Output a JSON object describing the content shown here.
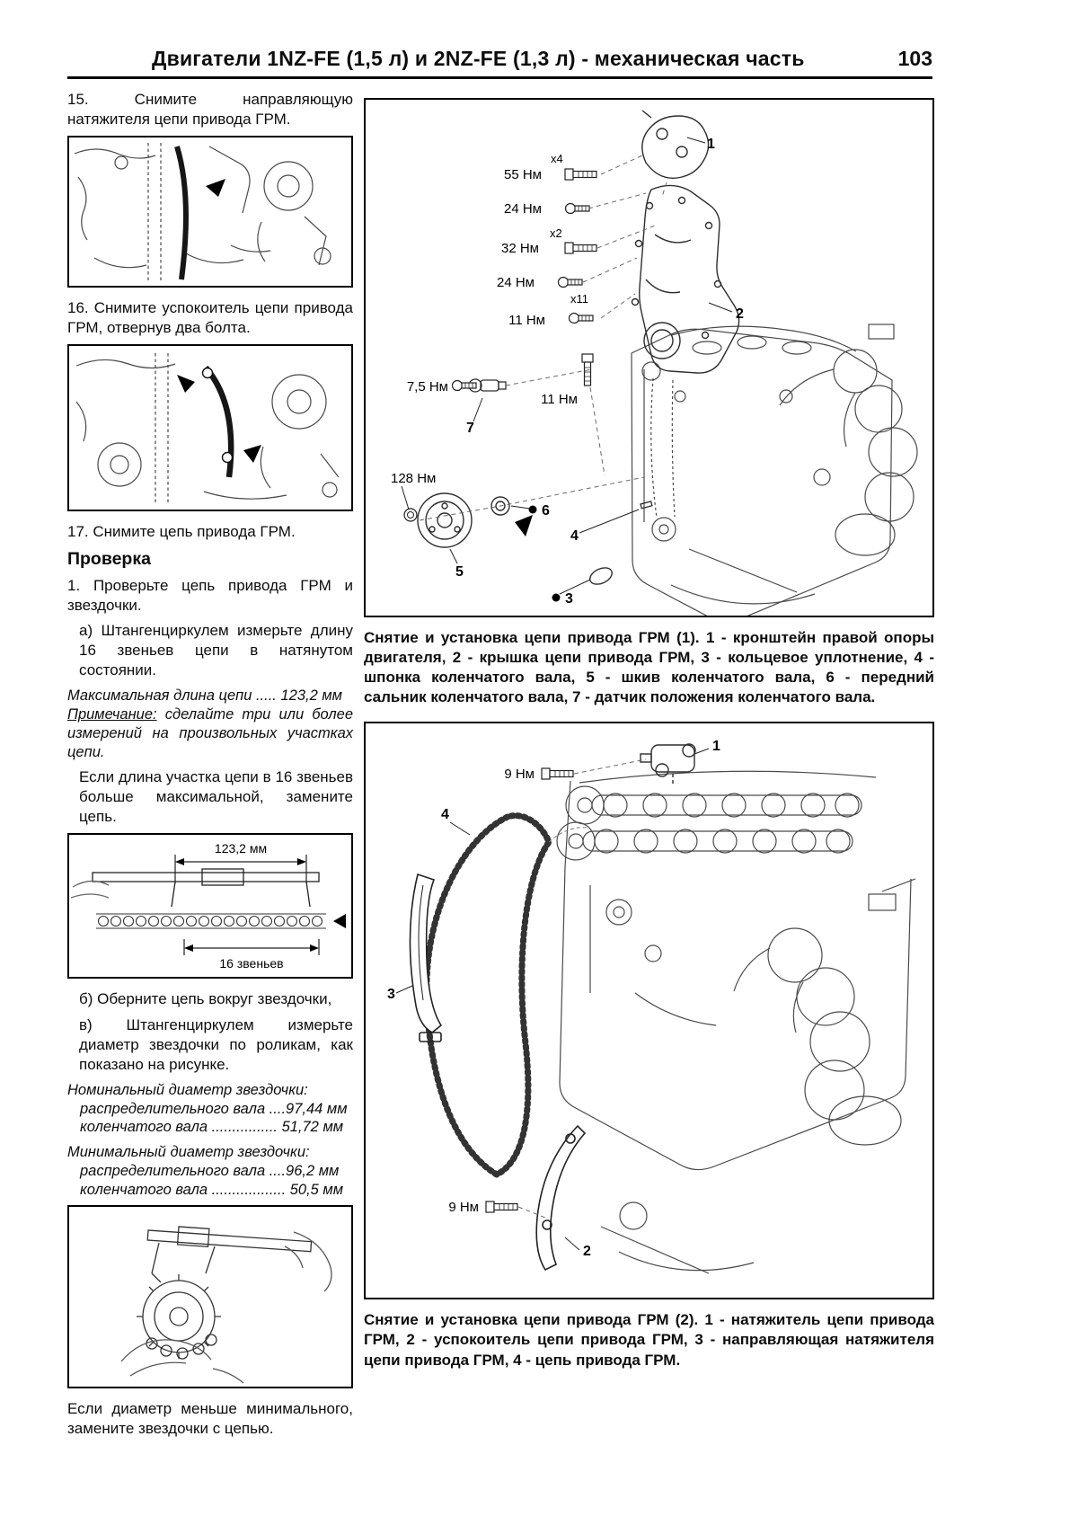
{
  "header": {
    "title": "Двигатели 1NZ-FE (1,5 л) и 2NZ-FE (1,3 л) - механическая часть",
    "page_number": "103"
  },
  "left": {
    "step15": "15. Снимите направляющую натяжителя цепи привода ГРМ.",
    "step16": "16. Снимите успокоитель цепи привода ГРМ, отвернув два болта.",
    "step17": "17. Снимите цепь привода ГРМ.",
    "inspection": {
      "heading": "Проверка",
      "item1": "1. Проверьте цепь привода ГРМ и звездочки.",
      "item1a": "а) Штангенциркулем измерьте длину 16 звеньев цепи в натянутом состоянии.",
      "max_chain_length": "Максимальная длина цепи ..... 123,2 мм",
      "note_label": "Примечание:",
      "note_text": "сделайте три или более измерений на произвольных участках цепи.",
      "replace_chain": "Если длина участка цепи в 16 звеньев больше максимальной, замените цепь.",
      "item1b": "б) Оберните цепь вокруг звездочки,",
      "item1c": "в) Штангенциркулем измерьте диаметр звездочки по роликам, как показано на рисунке.",
      "nominal_heading": "Номинальный диаметр звездочки:",
      "nominal_cam": "распределительного вала ....97,44 мм",
      "nominal_crank": "коленчатого вала ................ 51,72 мм",
      "min_heading": "Минимальный диаметр звездочки:",
      "min_cam": "распределительного вала ....96,2 мм",
      "min_crank": "коленчатого вала .................. 50,5 мм",
      "replace_sprockets": "Если диаметр меньше минимального, замените звездочки с цепью."
    },
    "fig_chain_measure": {
      "dim_length": "123,2 мм",
      "dim_links": "16 звеньев"
    }
  },
  "fig1": {
    "labels": {
      "t55": "55 Нм",
      "x4": "x4",
      "t24a": "24 Нм",
      "t32": "32 Нм",
      "x2": "x2",
      "t24b": "24 Нм",
      "x11": "x11",
      "t11a": "11 Нм",
      "t75": "7,5 Нм",
      "t11b": "11 Нм",
      "t128": "128 Нм",
      "p1": "1",
      "p2": "2",
      "p3": "3",
      "p4": "4",
      "p5": "5",
      "p6": "6",
      "p7": "7"
    },
    "caption": "Снятие и установка цепи привода ГРМ (1). 1 - кронштейн правой опоры двигателя, 2 - крышка цепи привода ГРМ, 3 - кольцевое уплотнение, 4 - шпонка коленчатого вала, 5 - шкив коленчатого вала, 6 - передний сальник коленчатого вала, 7 - датчик положения коленчатого вала."
  },
  "fig2": {
    "labels": {
      "t9a": "9 Нм",
      "t9b": "9 Нм",
      "p1": "1",
      "p2": "2",
      "p3": "3",
      "p4": "4"
    },
    "caption": "Снятие и установка цепи привода ГРМ (2). 1 - натяжитель цепи привода ГРМ, 2 - успокоитель цепи привода ГРМ, 3 - направляющая натяжителя цепи привода ГРМ, 4 - цепь привода ГРМ."
  }
}
